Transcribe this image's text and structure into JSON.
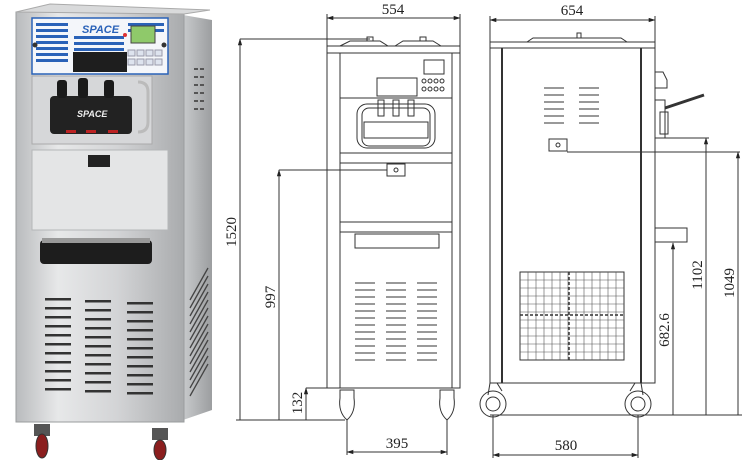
{
  "product": {
    "brand_label": "SPACE",
    "display_color": "#8fc96a",
    "panel_blue": "#2a62b8"
  },
  "front_view": {
    "width_label": "554",
    "wheel_span_label": "395",
    "total_height_label": "1520",
    "drip_tray_height_label": "997",
    "ground_clearance_label": "132"
  },
  "side_view": {
    "depth_label": "654",
    "wheel_span_label": "580",
    "tray_height_label": "682.6",
    "handle_height_label": "1102",
    "outlet_height_label": "1049"
  }
}
